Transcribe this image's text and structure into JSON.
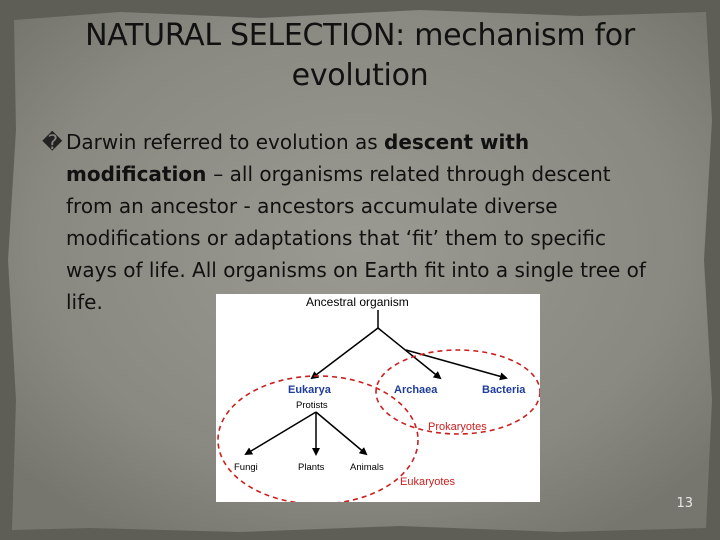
{
  "slide": {
    "title_line1": "NATURAL SELECTION: mechanism for",
    "title_line2": "evolution",
    "bullet_glyph": "�",
    "body": {
      "l1_prefix": "Darwin referred to evolution as ",
      "l1_bold": "descent with",
      "l2_bold": "modification ",
      "l2_rest": " – all organisms related through descent",
      "l3": "from an ancestor - ancestors accumulate diverse",
      "l4": "modifications or adaptations that ‘fit’ them to specific",
      "l5": "ways of life. All organisms on Earth fit into a single tree of",
      "l6": "life."
    },
    "page_number": "13"
  },
  "figure": {
    "root": "Ancestral organism",
    "eukarya": "Eukarya",
    "protists": "Protists",
    "archaea": "Archaea",
    "bacteria": "Bacteria",
    "prokaryotes": "Prokaryotes",
    "fungi": "Fungi",
    "plants": "Plants",
    "animals": "Animals",
    "eukaryotes": "Eukaryotes"
  },
  "colors": {
    "background": "#5e5e56",
    "paper": "#8c8c84",
    "domain_text": "#1f3d9a",
    "group_red": "#cc1f1f"
  }
}
